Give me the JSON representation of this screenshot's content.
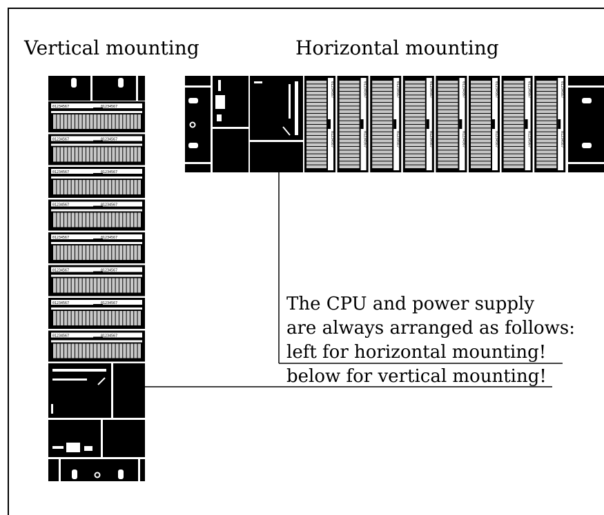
{
  "titles": {
    "vertical": "Vertical mounting",
    "horizontal": "Horizontal mounting"
  },
  "note": {
    "lines": [
      "The CPU and power supply",
      "are always arranged as follows:",
      "left for horizontal mounting!",
      "below for vertical mounting!"
    ]
  },
  "module_channels": "0 1 2 3 4 5 6 7",
  "signal_module_count": 8,
  "colors": {
    "ink": "#000000",
    "paper": "#ffffff",
    "module_strip": "#c8c8c8",
    "frame": "#000000"
  }
}
